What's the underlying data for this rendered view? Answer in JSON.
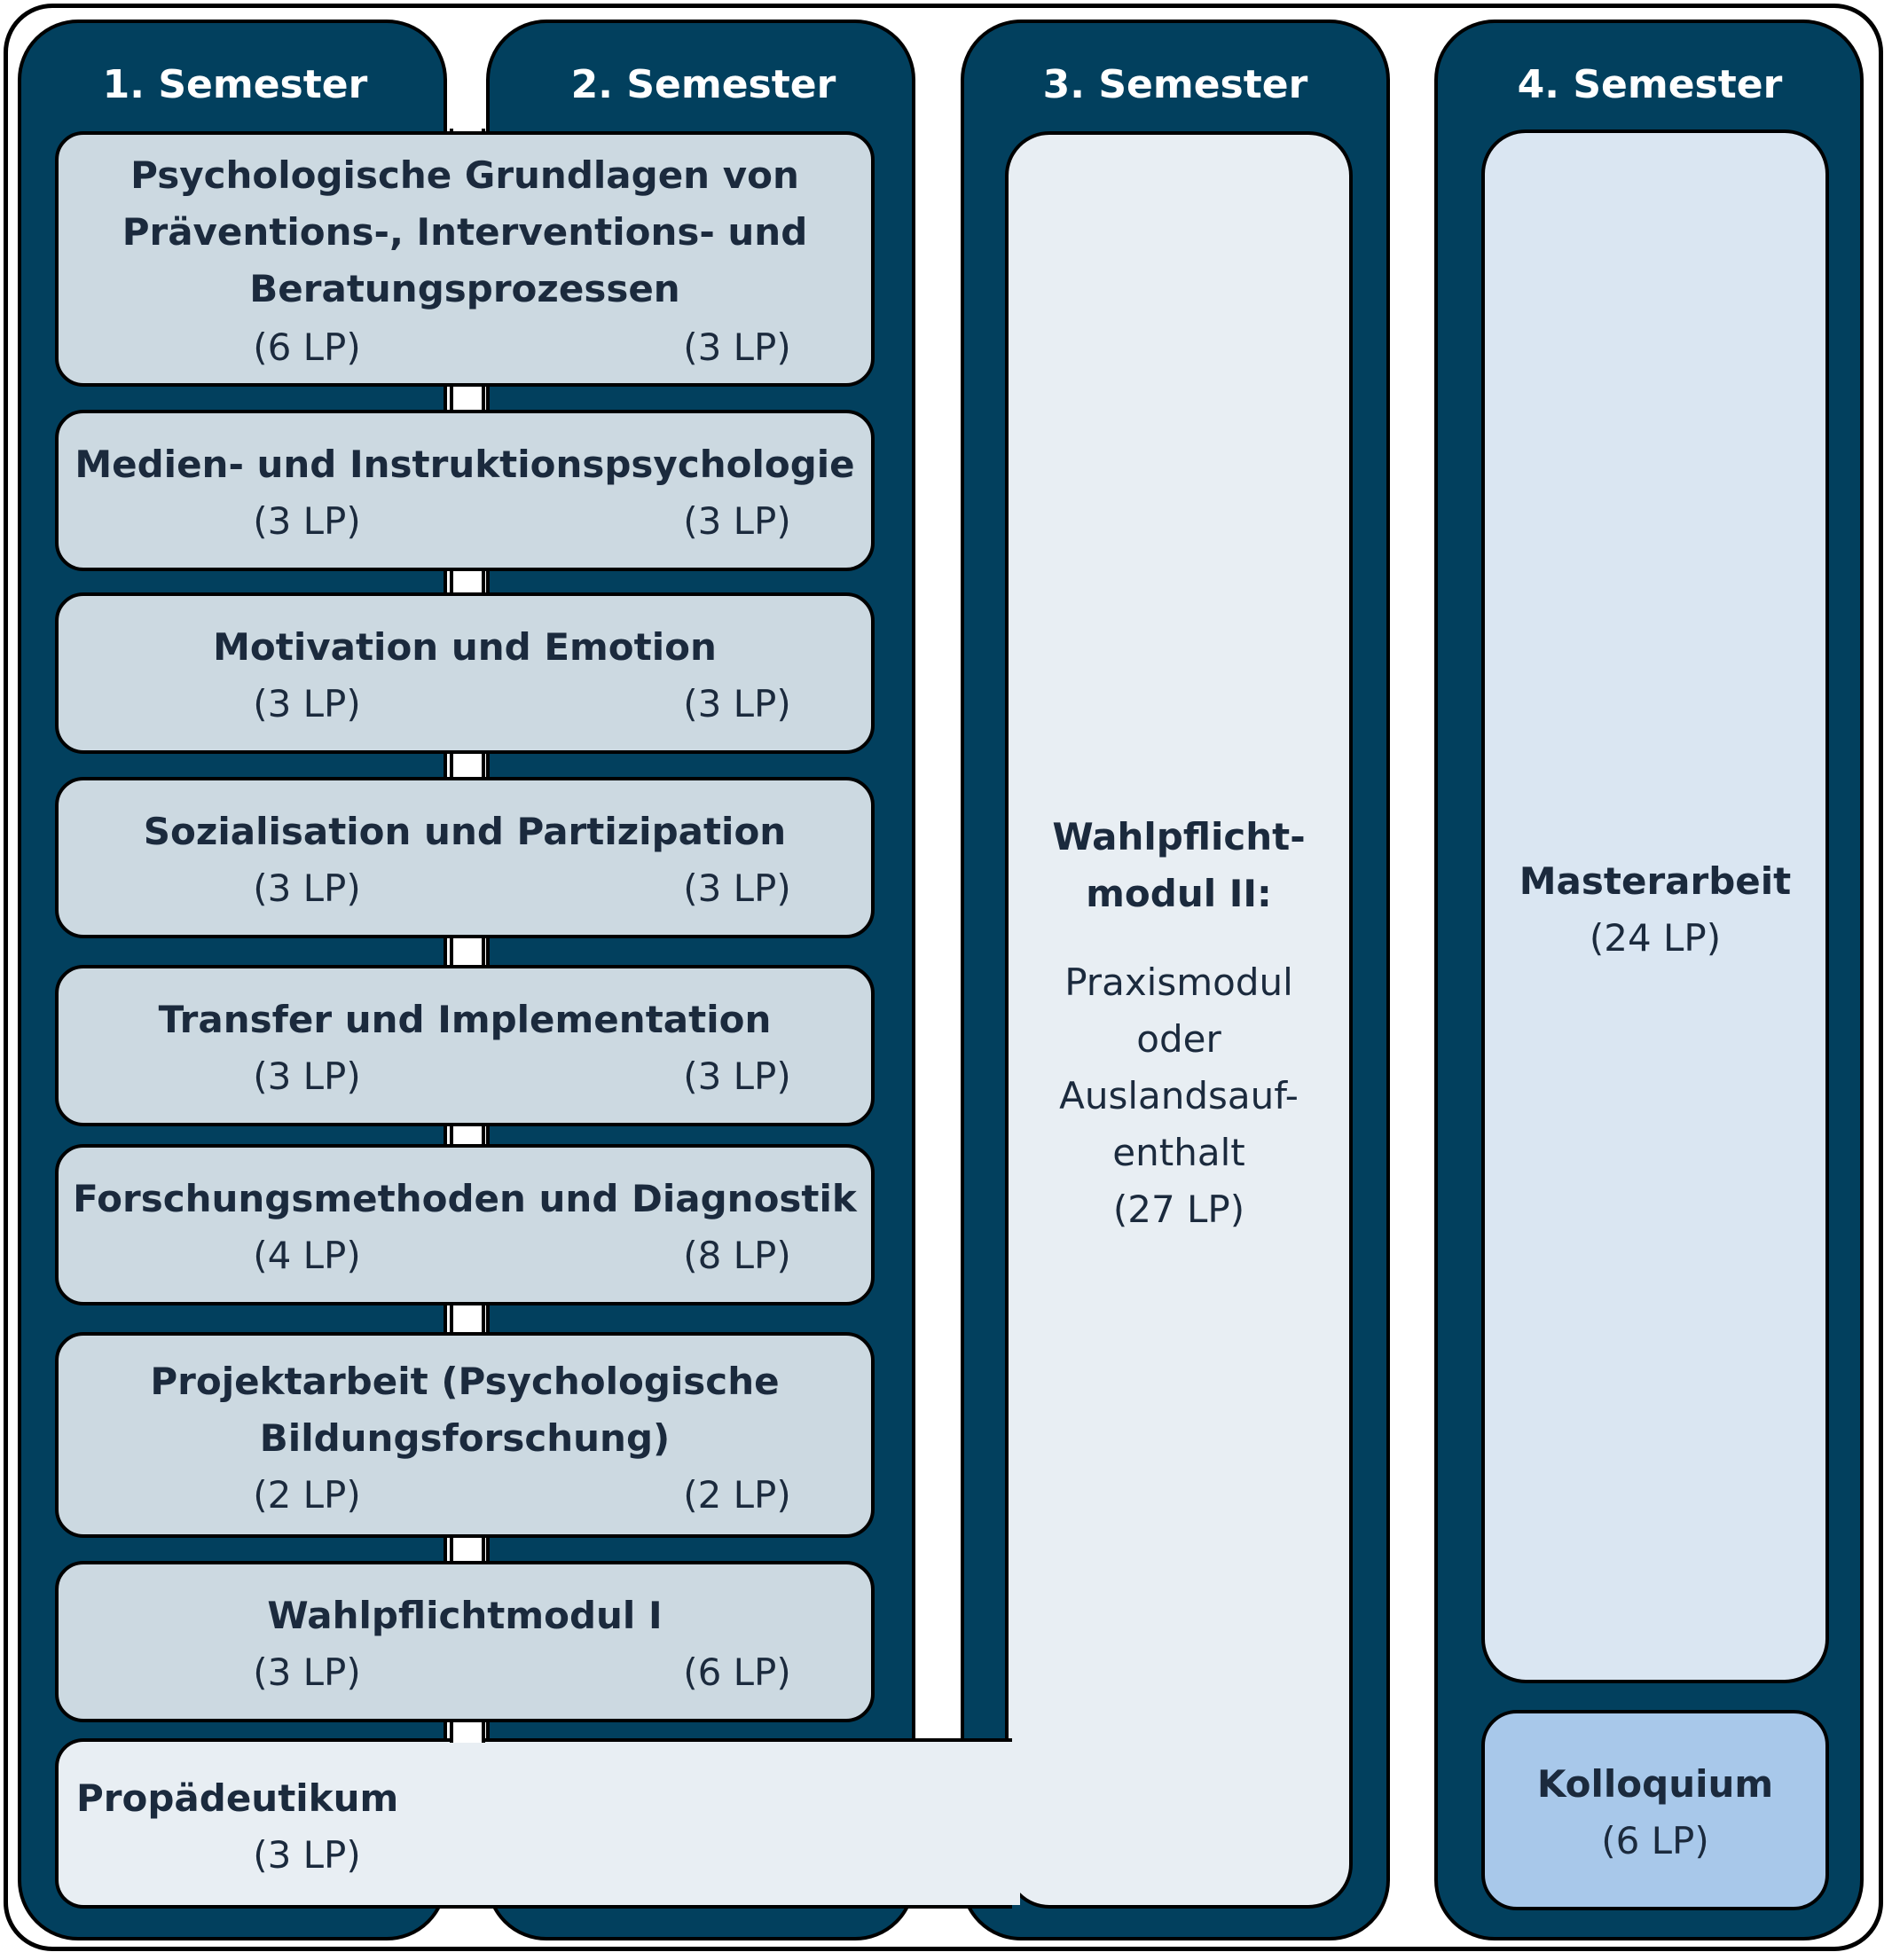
{
  "semesters": [
    "1. Semester",
    "2. Semester",
    "3. Semester",
    "4. Semester"
  ],
  "modules": [
    {
      "name": "Psychologische Grundlagen von\nPräventions-, Interventions- und\nBeratungsprozessen",
      "lp1": "(6 LP)",
      "lp2": "(3 LP)"
    },
    {
      "name": "Medien- und Instruktionspsychologie",
      "lp1": "(3 LP)",
      "lp2": "(3 LP)"
    },
    {
      "name": "Motivation und Emotion",
      "lp1": "(3 LP)",
      "lp2": "(3 LP)"
    },
    {
      "name": "Sozialisation und Partizipation",
      "lp1": "(3 LP)",
      "lp2": "(3 LP)"
    },
    {
      "name": "Transfer und Implementation",
      "lp1": "(3 LP)",
      "lp2": "(3 LP)"
    },
    {
      "name": "Forschungsmethoden und Diagnostik",
      "lp1": "(4 LP)",
      "lp2": "(8 LP)"
    },
    {
      "name": "Projektarbeit (Psychologische\nBildungsforschung)",
      "lp1": "(2 LP)",
      "lp2": "(2 LP)"
    },
    {
      "name": "Wahlpflichtmodul I",
      "lp1": "(3 LP)",
      "lp2": "(6 LP)"
    }
  ],
  "propaedeutikum": {
    "name": "Propädeutikum",
    "lp": "(3 LP)"
  },
  "wahlpflicht2": {
    "title_line1": "Wahlpflicht-",
    "title_line2": "modul II:",
    "line1": "Praxismodul",
    "line2": "oder",
    "line3": "Auslandsauf-",
    "line4": "enthalt",
    "lp": "(27 LP)"
  },
  "masterarbeit": {
    "name": "Masterarbeit",
    "lp": "(24 LP)"
  },
  "kolloquium": {
    "name": "Kolloquium",
    "lp": "(6 LP)"
  },
  "colors": {
    "column_bg": "#02405e",
    "module_bg": "#ccd9e1",
    "wp2_bg": "#e8eef3",
    "master_bg": "#dae6f2",
    "kolloquium_bg": "#a8c8ea"
  }
}
